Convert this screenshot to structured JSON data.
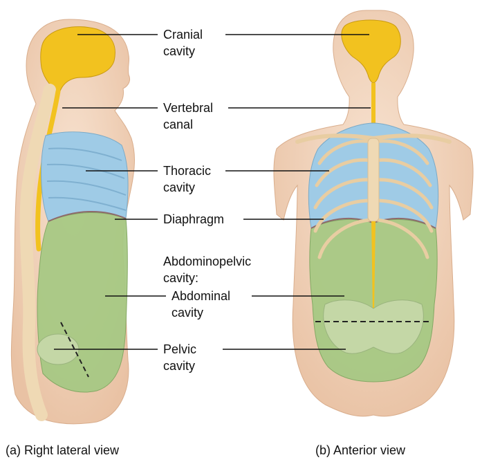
{
  "labels": {
    "cranial": "Cranial\ncavity",
    "vertebral": "Vertebral\ncanal",
    "thoracic": "Thoracic\ncavity",
    "diaphragm": "Diaphragm",
    "abdominopelvic": "Abdominopelvic\ncavity:",
    "abdominal": "Abdominal\ncavity",
    "pelvic": "Pelvic\ncavity"
  },
  "captions": {
    "lateral": "(a) Right lateral view",
    "anterior": "(b) Anterior view"
  },
  "colors": {
    "cranial_vertebral": "#f2c21f",
    "thoracic": "#9fcbe6",
    "abdominopelvic": "#a6c884",
    "skin": "#f3d6bf",
    "bone": "#efd9b4"
  }
}
